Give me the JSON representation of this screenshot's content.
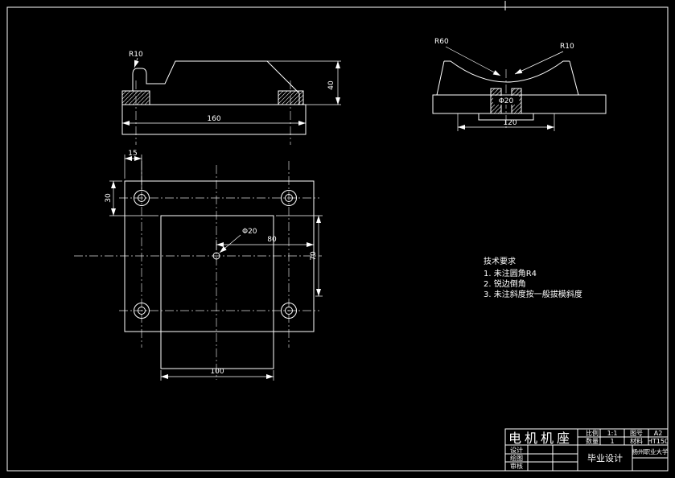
{
  "sheet": {
    "background": "#000000",
    "line_color": "#ffffff"
  },
  "views": {
    "front": {
      "r_fillet": "R10",
      "width": "160",
      "height": "40"
    },
    "side": {
      "r_saddle": "R60",
      "r_edge": "R10",
      "hole_dia": "Φ20",
      "width": "120"
    },
    "plan": {
      "edge_offset": "15",
      "top_offset": "30",
      "right_width": "80",
      "right_height": "70",
      "bottom_width": "100",
      "hole_dia": "Φ20"
    }
  },
  "tech": {
    "title": "技术要求",
    "items": [
      "1. 未注圆角R4",
      "2. 锐边倒角",
      "3. 未注斜度按一般拔模斜度"
    ]
  },
  "titleblock": {
    "part_name": "电机机座",
    "scale_label": "比例",
    "scale": "1:1",
    "sheet_label": "图号",
    "sheet_no": "A2",
    "qty_label": "数量",
    "qty": "1",
    "material_label": "材料",
    "material": "HT150",
    "row_design": "设计",
    "row_draw": "绘图",
    "row_check": "审核",
    "project": "毕业设计",
    "org": "扬州职业大学"
  }
}
